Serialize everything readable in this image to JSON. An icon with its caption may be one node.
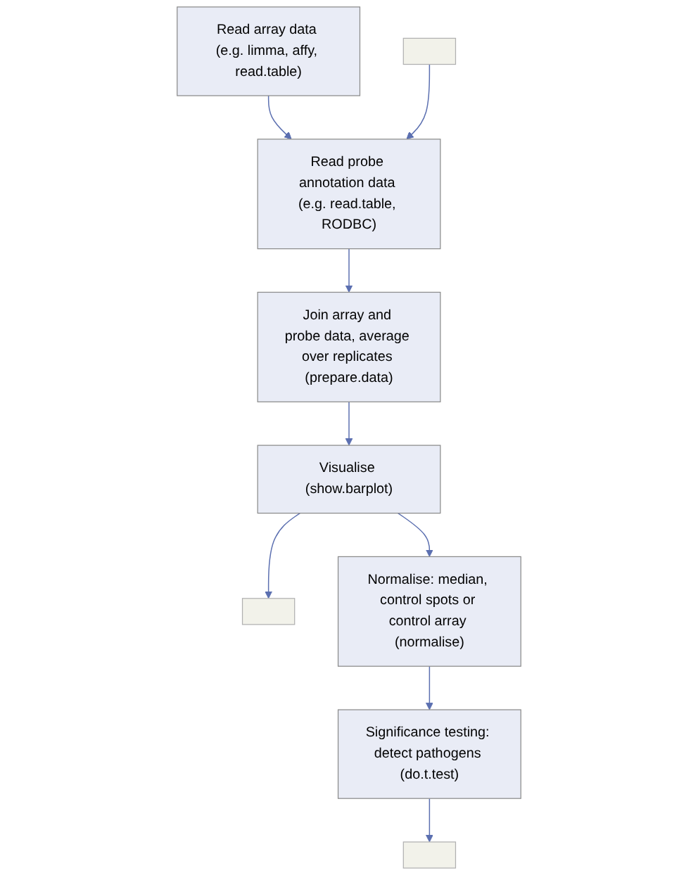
{
  "diagram": {
    "nodes": [
      {
        "text": [
          "Read array data (e.g. limma, affy, read.table)"
        ]
      },
      {
        "text": [
          "Read probe annotation data (e.g. read.table, RODBC)"
        ]
      },
      {
        "text": [],
        "shape": "box"
      },
      {
        "text": [
          "Join array and probe data, average over replicates (prepare.data)"
        ]
      },
      {
        "text": [
          "Visualise (show.barplot)"
        ]
      },
      {
        "text": [],
        "shape": "box"
      },
      {
        "text": [
          "Normalise: median, control spots or control array (normalise)"
        ]
      },
      {
        "text": [
          "Significance testing: detect pathogens (do.t.test)"
        ]
      },
      {
        "text": [],
        "shape": "box"
      }
    ],
    "edges": [
      {
        "from": 0,
        "to": 1,
        "arrow": "to"
      },
      {
        "from": 2,
        "to": 1,
        "arrow": "to"
      },
      {
        "from": 1,
        "to": 3,
        "arrow": "to"
      },
      {
        "from": 3,
        "to": 4,
        "arrow": "to"
      },
      {
        "from": 4,
        "to": 5,
        "arrow": "to"
      },
      {
        "from": 4,
        "to": 6,
        "arrow": "to"
      },
      {
        "from": 6,
        "to": 7,
        "arrow": "to"
      },
      {
        "from": 7,
        "to": 8,
        "arrow": "to"
      }
    ]
  }
}
